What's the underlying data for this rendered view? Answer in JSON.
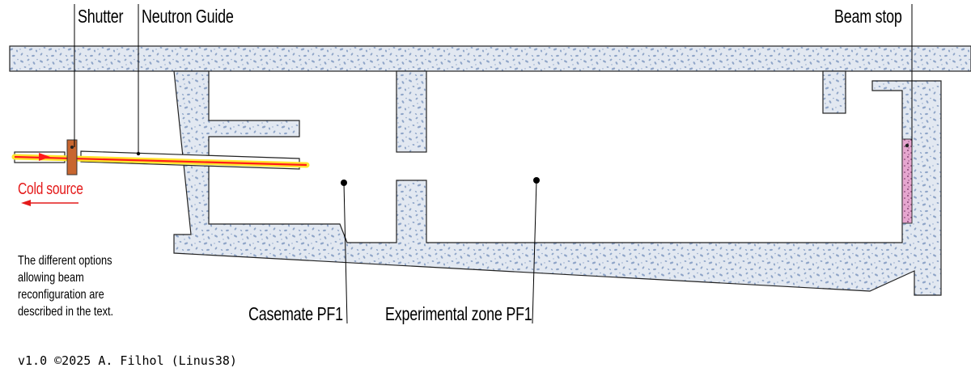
{
  "labels": {
    "shutter": "Shutter",
    "neutron_guide": "Neutron Guide",
    "beam_stop": "Beam stop",
    "cold_source": "Cold source",
    "casemate": "Casemate PF1",
    "experimental_zone": "Experimental zone PF1"
  },
  "note_lines": [
    "The different options",
    "allowing beam",
    "reconfiguration are",
    "described in the text."
  ],
  "credit": "v1.0 ©2025 A. Filhol (Linus38)",
  "colors": {
    "concrete": "#e2e8f1",
    "aggregate": "#8fa5c8",
    "wall_outline": "#222222",
    "beam": "#ff1a1a",
    "beam_glow": "#ffe52e",
    "shutter": "#c8662f",
    "beam_stop": "#e6a6cf",
    "cold_source_text": "#e41a1a"
  }
}
